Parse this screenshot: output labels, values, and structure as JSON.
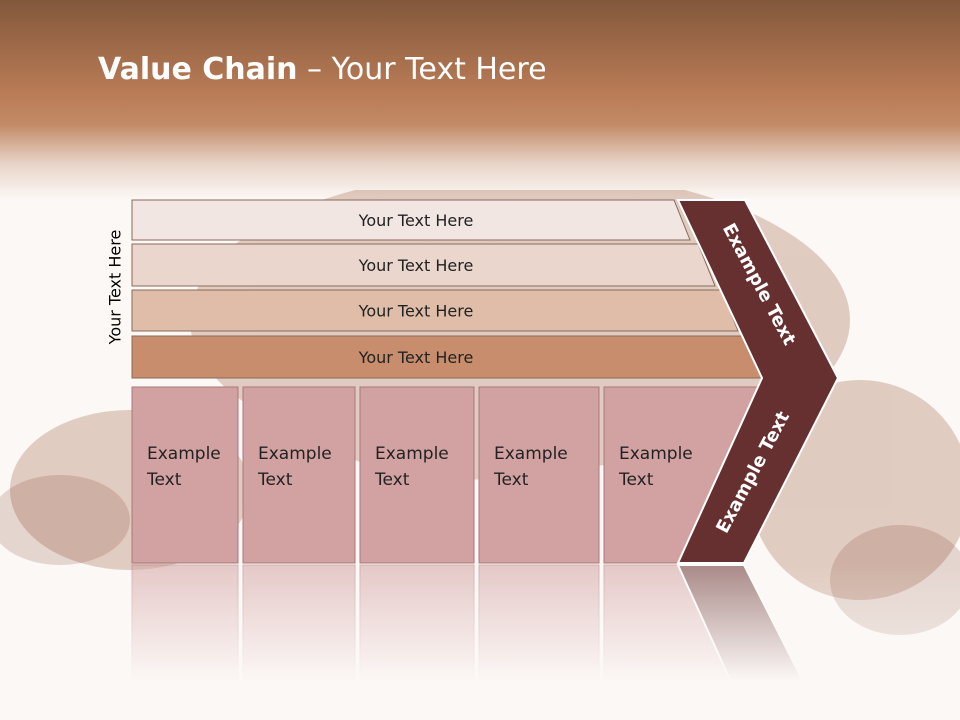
{
  "title": {
    "bold": "Value Chain",
    "rest": " – Your Text Here"
  },
  "side_label": "Your Text Here",
  "rows": [
    {
      "label": "Your Text Here",
      "color": "#f2e6e2"
    },
    {
      "label": "Your Text Here",
      "color": "#ead6cc"
    },
    {
      "label": "Your Text Here",
      "color": "#dfbda8"
    },
    {
      "label": "Your Text Here",
      "color": "#c78d6c"
    }
  ],
  "columns": [
    {
      "line1": "Example",
      "line2": "Text"
    },
    {
      "line1": "Example",
      "line2": "Text"
    },
    {
      "line1": "Example",
      "line2": "Text"
    },
    {
      "line1": "Example",
      "line2": "Text"
    },
    {
      "line1": "Example",
      "line2": "Text"
    }
  ],
  "chevron": {
    "upper_label": "Example Text",
    "lower_label": "Example Text",
    "color": "#65302f"
  },
  "colors": {
    "column_fill": "#d2a2a2",
    "column_stroke": "#a8787a",
    "row_stroke": "#8a6a5a",
    "header_top": "#82583c",
    "header_mid": "#b87a55"
  }
}
